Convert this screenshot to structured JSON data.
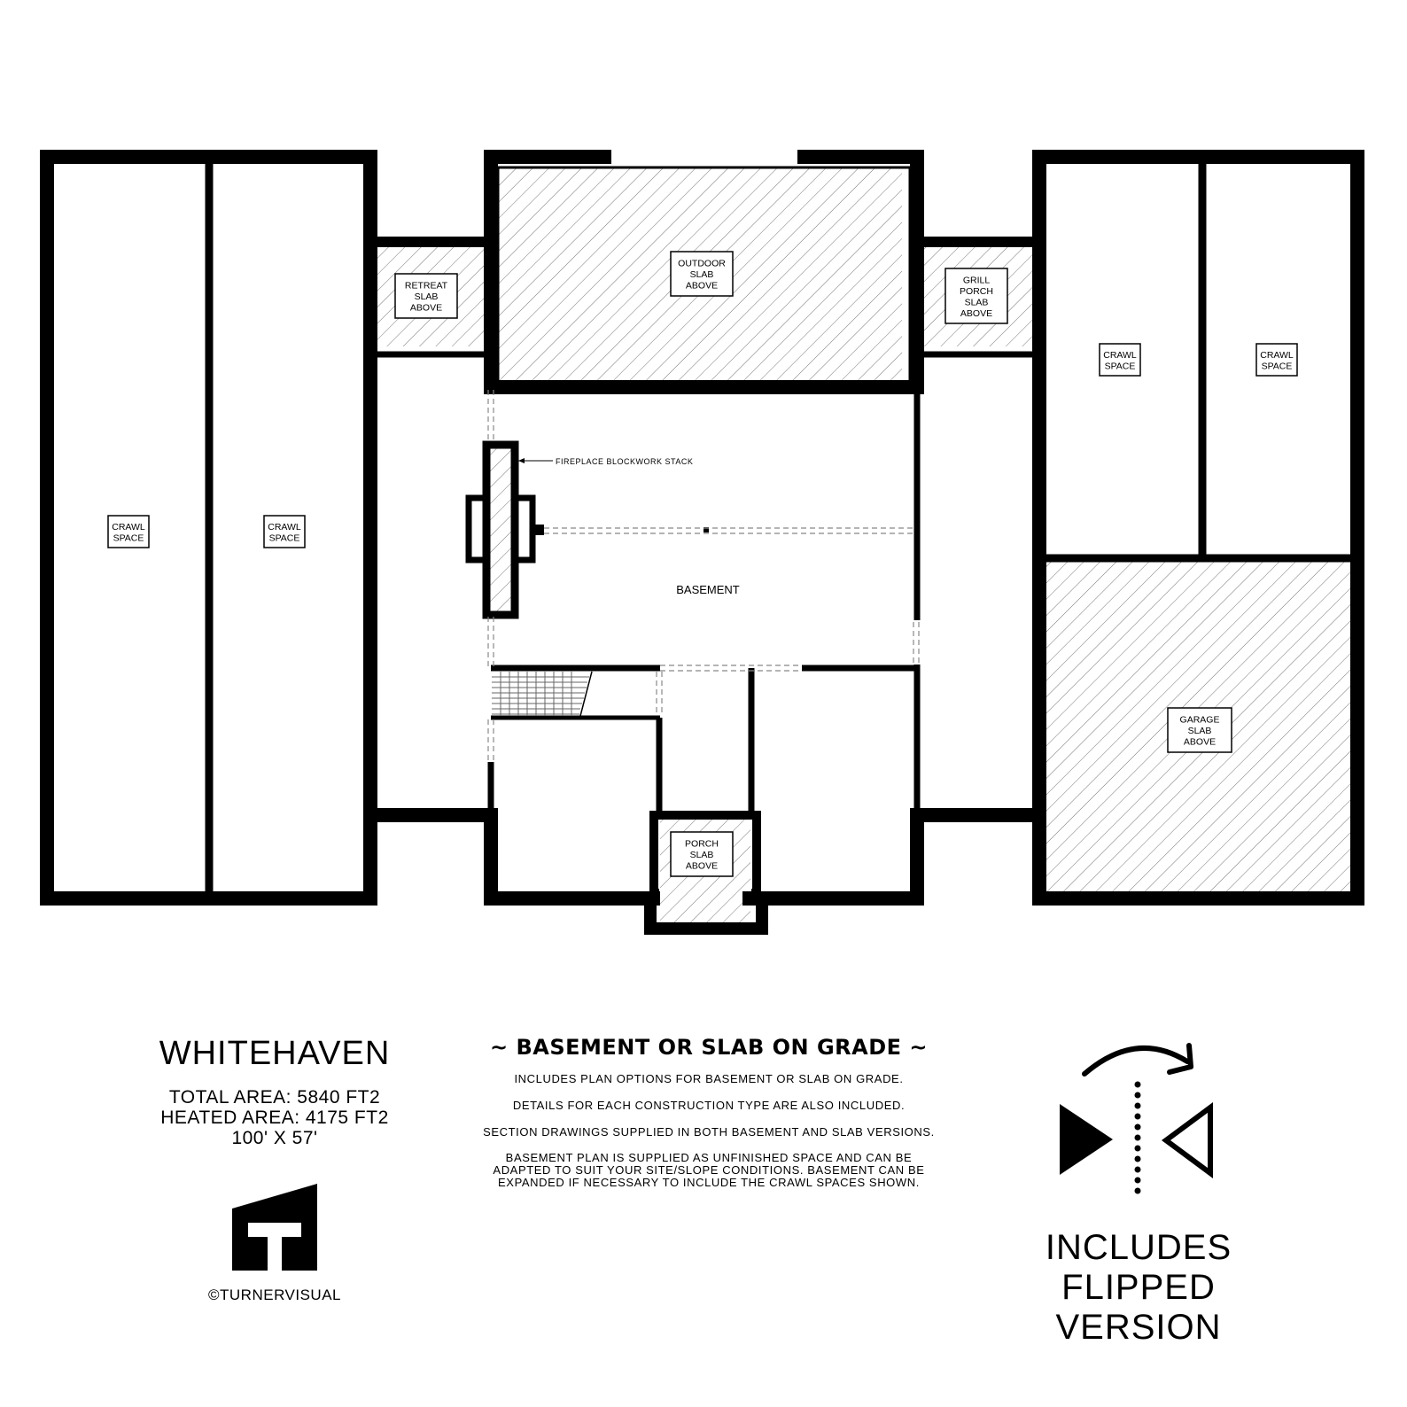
{
  "plan": {
    "rooms": {
      "crawl_1": [
        "CRAWL",
        "SPACE"
      ],
      "crawl_2": [
        "CRAWL",
        "SPACE"
      ],
      "retreat": [
        "RETREAT",
        "SLAB",
        "ABOVE"
      ],
      "outdoor": [
        "OUTDOOR",
        "SLAB",
        "ABOVE"
      ],
      "grill": [
        "GRILL",
        "PORCH",
        "SLAB",
        "ABOVE"
      ],
      "crawl_3": [
        "CRAWL",
        "SPACE"
      ],
      "crawl_4": [
        "CRAWL",
        "SPACE"
      ],
      "garage": [
        "GARAGE",
        "SLAB",
        "ABOVE"
      ],
      "porch": [
        "PORCH",
        "SLAB",
        "ABOVE"
      ]
    },
    "basement_label": "BASEMENT",
    "fireplace_label": "FIREPLACE BLOCKWORK STACK"
  },
  "info": {
    "name": "WHITEHAVEN",
    "total_area": "TOTAL AREA: 5840 FT2",
    "heated_area": "HEATED AREA: 4175 FT2",
    "dimensions": "100' X 57'",
    "copyright": "©TURNERVISUAL"
  },
  "notes": {
    "headline": "~ BASEMENT OR SLAB ON GRADE ~",
    "line1": "INCLUDES PLAN OPTIONS FOR BASEMENT OR SLAB ON GRADE.",
    "line2": "DETAILS FOR EACH CONSTRUCTION TYPE ARE ALSO INCLUDED.",
    "line3": "SECTION DRAWINGS SUPPLIED IN BOTH BASEMENT AND SLAB VERSIONS.",
    "line4a": "BASEMENT PLAN IS SUPPLIED AS UNFINISHED SPACE AND CAN BE",
    "line4b": "ADAPTED TO SUIT YOUR SITE/SLOPE CONDITIONS. BASEMENT CAN BE",
    "line4c": "EXPANDED IF NECESSARY TO INCLUDE THE CRAWL SPACES SHOWN."
  },
  "flip": {
    "line1": "INCLUDES",
    "line2": "FLIPPED",
    "line3": "VERSION",
    "icon": "flip-icon"
  }
}
